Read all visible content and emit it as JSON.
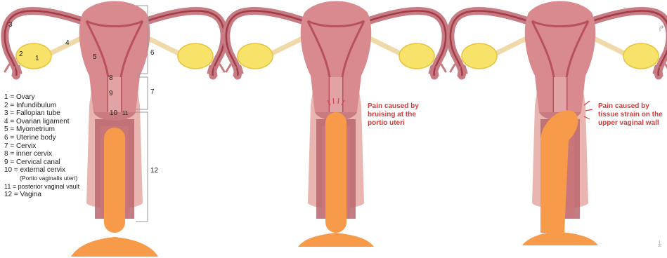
{
  "diagram": {
    "number_labels": [
      "1",
      "2",
      "3",
      "4",
      "5",
      "6",
      "7",
      "8",
      "9",
      "10",
      "11",
      "12"
    ],
    "legend": [
      {
        "text": "1 = Ovary"
      },
      {
        "text": "2 = Infundibulum"
      },
      {
        "text": "3 = Fallopian tube"
      },
      {
        "text": "4 = Ovarian ligament"
      },
      {
        "text": "5 = Myometrium"
      },
      {
        "text": "6 = Uterine body"
      },
      {
        "text": "7 = Cervix"
      },
      {
        "text": "8 = inner cervix"
      },
      {
        "text": "9 = Cervical canal"
      },
      {
        "text": "10 = external cervix"
      },
      {
        "text": "(Portio vaginalis uteri)"
      },
      {
        "text": "11 = posterior vaginal vault"
      },
      {
        "text": "12 = Vagina"
      }
    ],
    "callouts": {
      "middle": [
        "Pain caused by",
        "bruising at the",
        "portio uteri"
      ],
      "right": [
        "Pain caused by",
        "tissue strain on the",
        "upper vaginal wall"
      ]
    },
    "colors": {
      "uterus_outer": "#d98a8e",
      "uterus_wall": "#b8515c",
      "vagina": "#e9b5b0",
      "vagina_inner": "#b8666c",
      "ovary": "#f7e26a",
      "ligament": "#efd9a8",
      "penis": "#f79a4a",
      "callout_text": "#d93a3a"
    },
    "icons": [
      "corner-arrow-icon",
      "download-icon"
    ]
  }
}
